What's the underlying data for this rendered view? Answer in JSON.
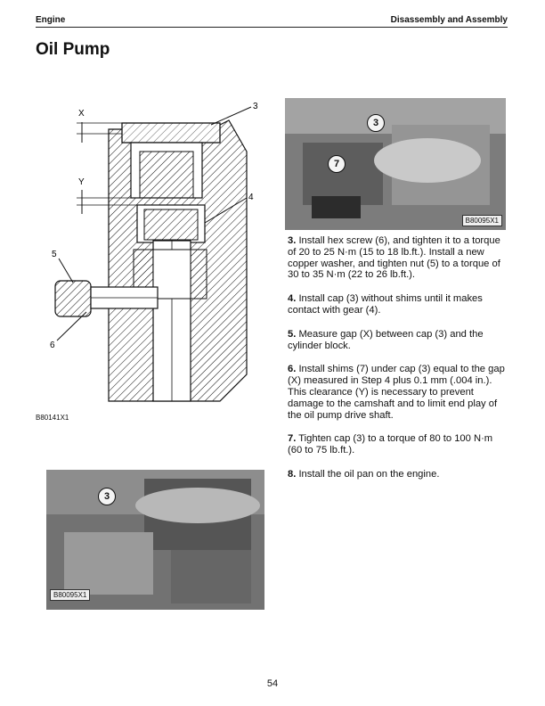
{
  "header": {
    "left": "Engine",
    "right": "Disassembly and Assembly"
  },
  "title": "Oil Pump",
  "diagram": {
    "labels": {
      "x": "X",
      "y": "Y",
      "callout_3": "3",
      "callout_4": "4",
      "callout_5": "5",
      "callout_6": "6"
    },
    "caption": "B80141X1"
  },
  "photo_top": {
    "callouts": [
      "3",
      "7"
    ],
    "label": "B80095X1"
  },
  "photo_bottom": {
    "callouts": [
      "3"
    ],
    "label": "B80095X1"
  },
  "steps": [
    {
      "num": "3.",
      "text": "Install hex screw (6), and tighten it to a torque of 20 to 25 N·m (15 to 18 lb.ft.). Install a new copper washer, and tighten nut (5) to a torque of 30 to 35 N·m (22 to 26 lb.ft.)."
    },
    {
      "num": "4.",
      "text": "Install cap (3) without shims until it makes contact with gear (4)."
    },
    {
      "num": "5.",
      "text": "Measure gap (X) between cap (3) and the cylinder block."
    },
    {
      "num": "6.",
      "text": "Install shims (7) under cap (3) equal to the gap (X) measured in Step 4 plus 0.1 mm (.004 in.). This clearance (Y) is necessary to prevent damage to the camshaft and to limit end play of the oil pump drive shaft."
    },
    {
      "num": "7.",
      "text": "Tighten cap (3) to a torque of 80 to 100 N·m (60 to 75 lb.ft.)."
    },
    {
      "num": "8.",
      "text": "Install the oil pan on the engine."
    }
  ],
  "page_number": "54"
}
